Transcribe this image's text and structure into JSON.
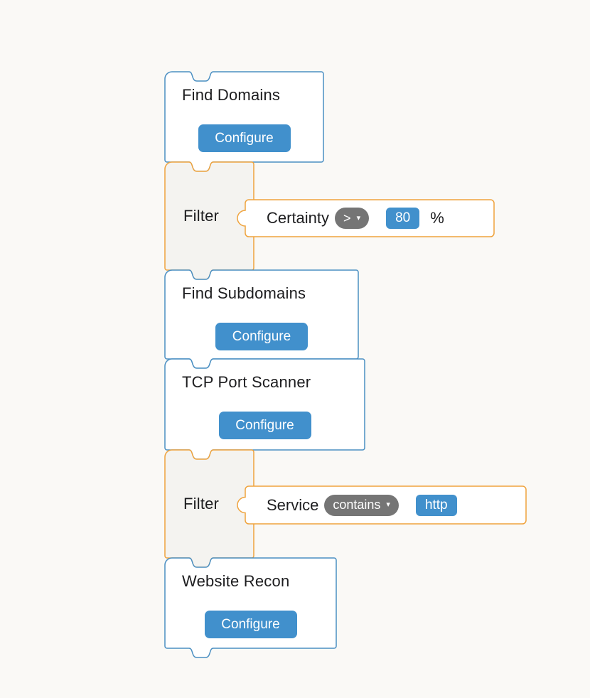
{
  "colors": {
    "background": "#faf9f6",
    "text": "#1d1d1f",
    "tool_block_border": "#4a8fc2",
    "filter_block_border": "#efa33d",
    "filter_block_fill": "#f4f3f0",
    "accent_blue": "#4190cc",
    "operator_pill_gray": "#757575"
  },
  "icons": {
    "dropdown_caret": "▾"
  },
  "blocks": [
    {
      "id": "find-domains",
      "type": "tool",
      "title": "Find Domains",
      "button": "Configure"
    },
    {
      "id": "filter-certainty",
      "type": "filter",
      "title": "Filter",
      "condition": {
        "field": "Certainty",
        "operator": ">",
        "value": "80",
        "suffix": "%"
      }
    },
    {
      "id": "find-subdomains",
      "type": "tool",
      "title": "Find Subdomains",
      "button": "Configure"
    },
    {
      "id": "tcp-port-scanner",
      "type": "tool",
      "title": "TCP Port Scanner",
      "button": "Configure"
    },
    {
      "id": "filter-service",
      "type": "filter",
      "title": "Filter",
      "condition": {
        "field": "Service",
        "operator": "contains",
        "value": "http"
      }
    },
    {
      "id": "website-recon",
      "type": "tool",
      "title": "Website Recon",
      "button": "Configure"
    }
  ]
}
